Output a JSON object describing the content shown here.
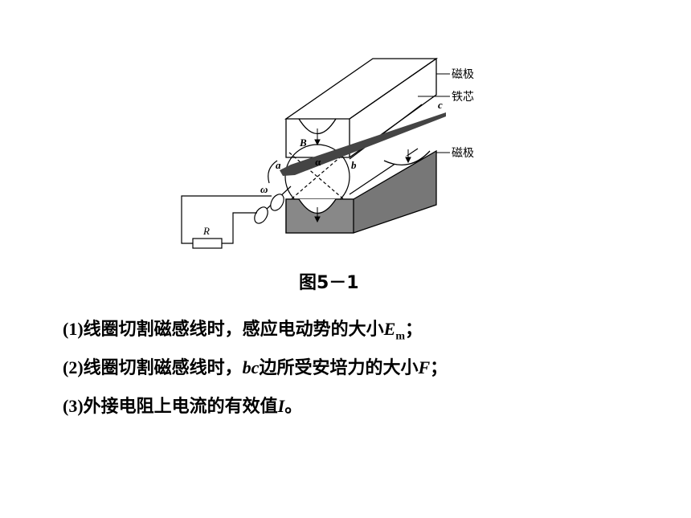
{
  "figure": {
    "labels": {
      "pole_top": "磁极",
      "core": "铁芯",
      "pole_bottom": "磁极",
      "c": "c",
      "B": "B",
      "a": "a",
      "alpha": "α",
      "b": "b",
      "omega": "ω",
      "R": "R"
    },
    "caption": "图5－1"
  },
  "questions": [
    {
      "num": "(1)",
      "text": "线圈切割磁感线时，感应电动势的大小",
      "var": "E",
      "sub": "m",
      "end": "；"
    },
    {
      "num": "(2)",
      "pre_var": "bc",
      "text_before": "线圈切割磁感线时，",
      "text": "边所受安培力的大小",
      "var": "F",
      "end": "；"
    },
    {
      "num": "(3)",
      "text": "外接电阻上电流的有效值",
      "var": "I",
      "end": "。"
    }
  ]
}
